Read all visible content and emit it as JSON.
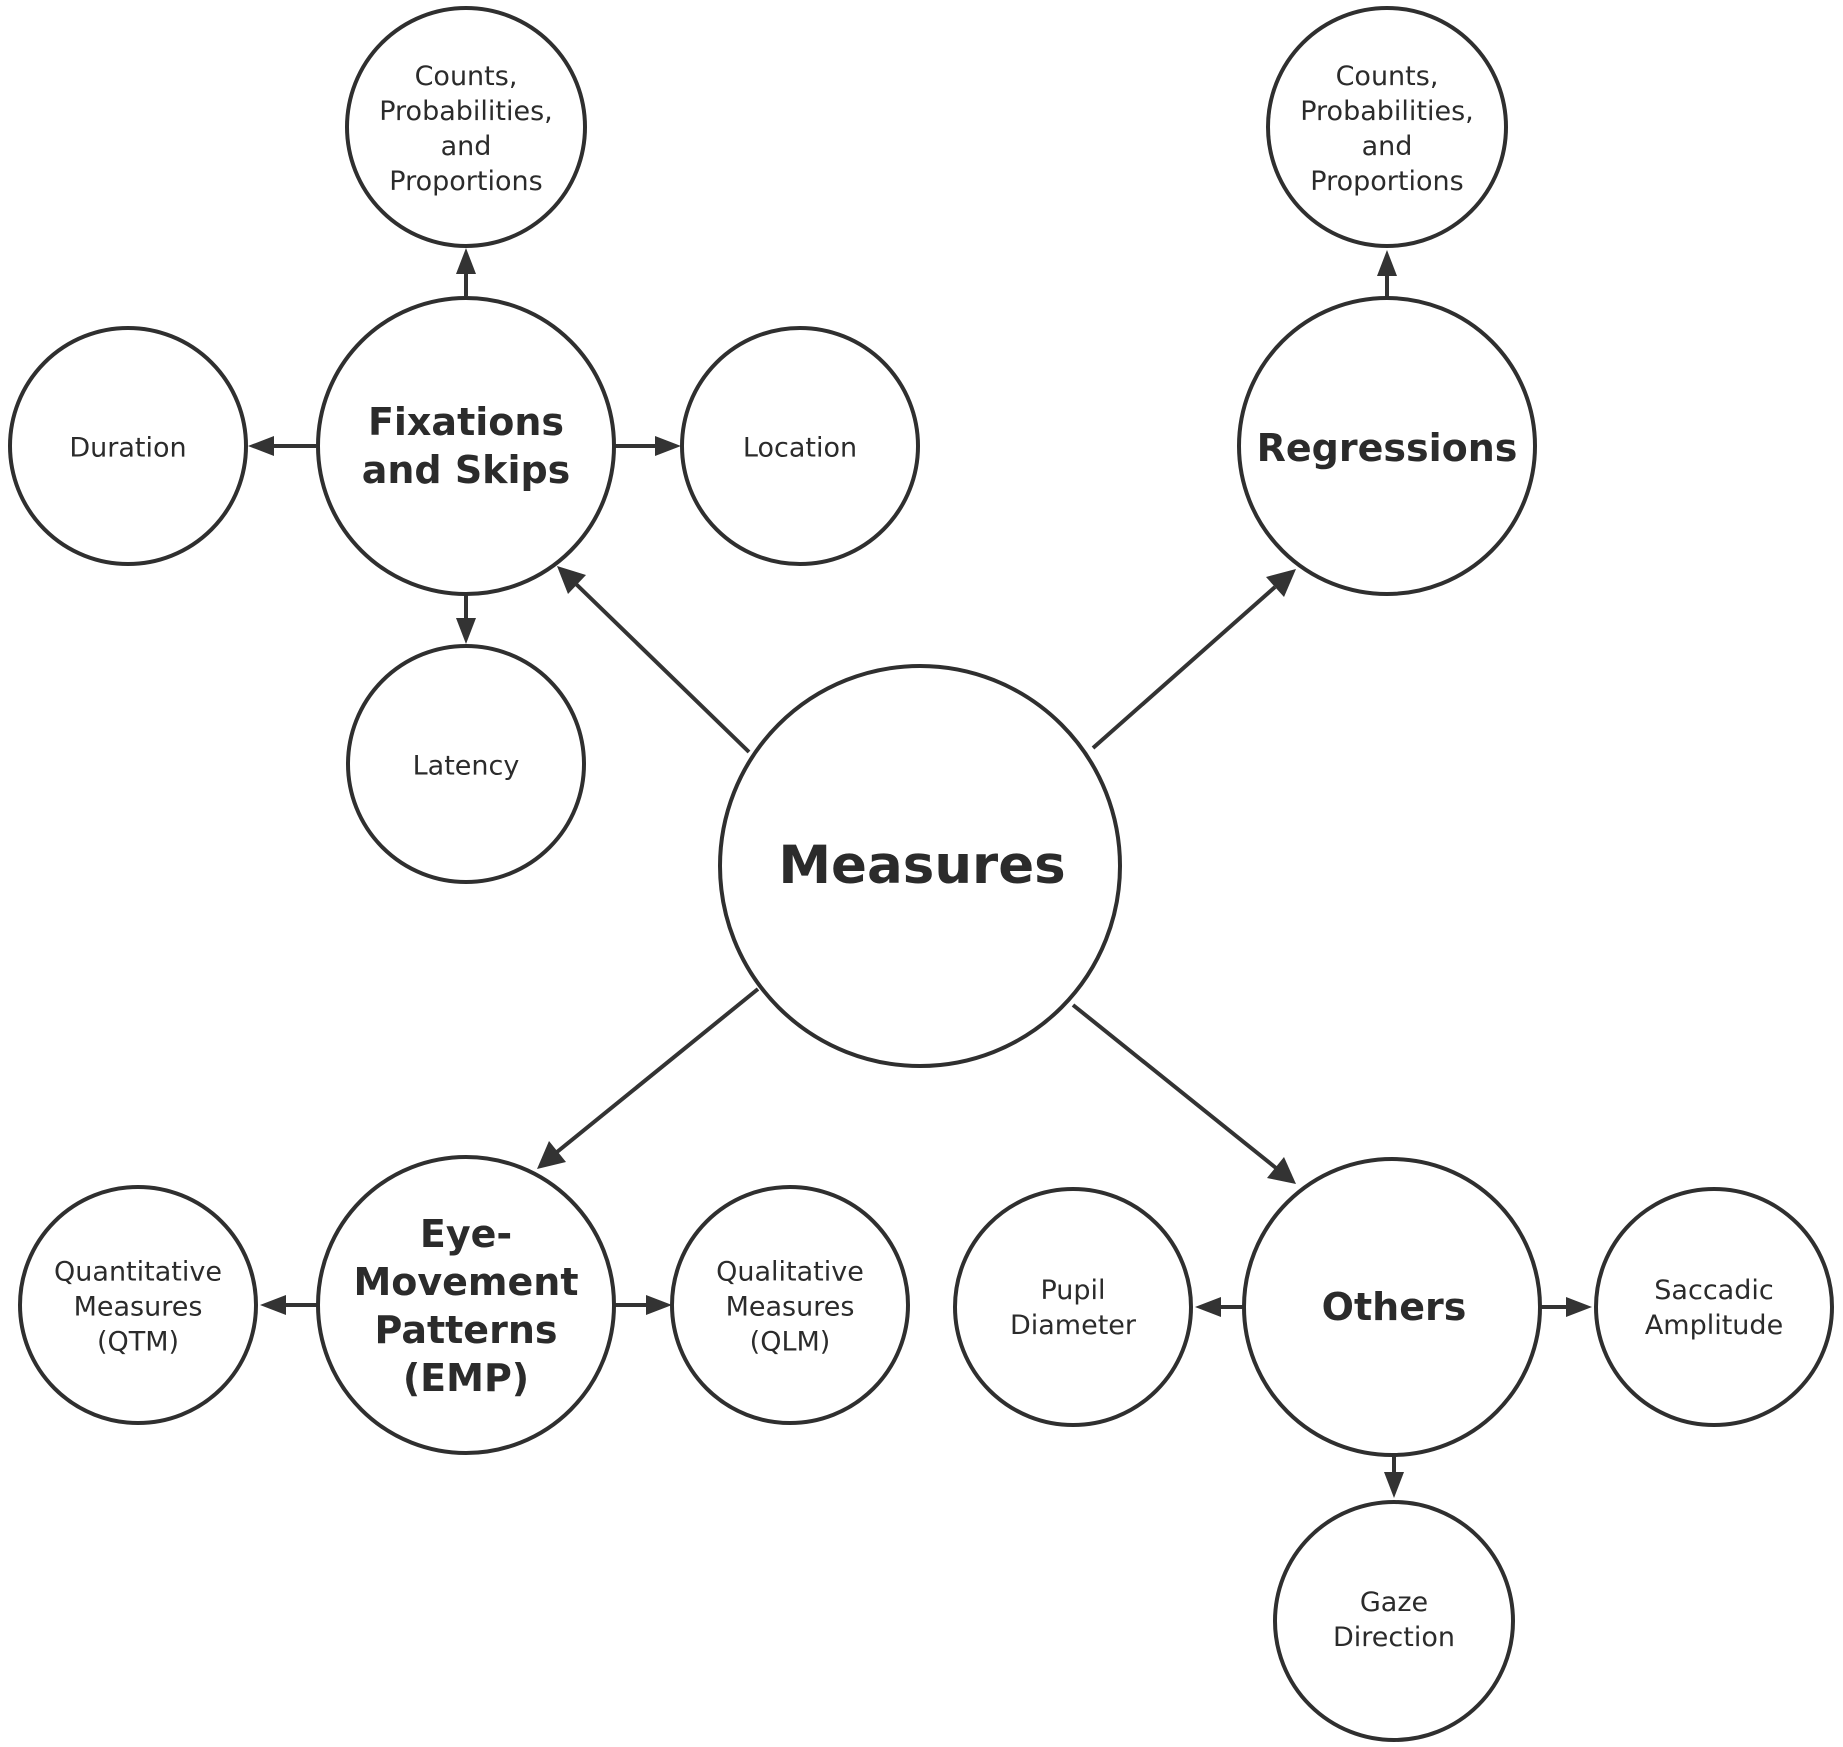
{
  "nodes": {
    "measures": "Measures",
    "fixations": "Fixations\nand Skips",
    "regressions": "Regressions",
    "emp": "Eye-\nMovement\nPatterns\n(EMP)",
    "others": "Others",
    "fix_counts": "Counts,\nProbabilities,\nand\nProportions",
    "reg_counts": "Counts,\nProbabilities,\nand\nProportions",
    "duration": "Duration",
    "location": "Location",
    "latency": "Latency",
    "qtm": "Quantitative\nMeasures\n(QTM)",
    "qlm": "Qualitative\nMeasures\n(QLM)",
    "pupil": "Pupil\nDiameter",
    "saccadic": "Saccadic\nAmplitude",
    "gaze": "Gaze\nDirection"
  }
}
